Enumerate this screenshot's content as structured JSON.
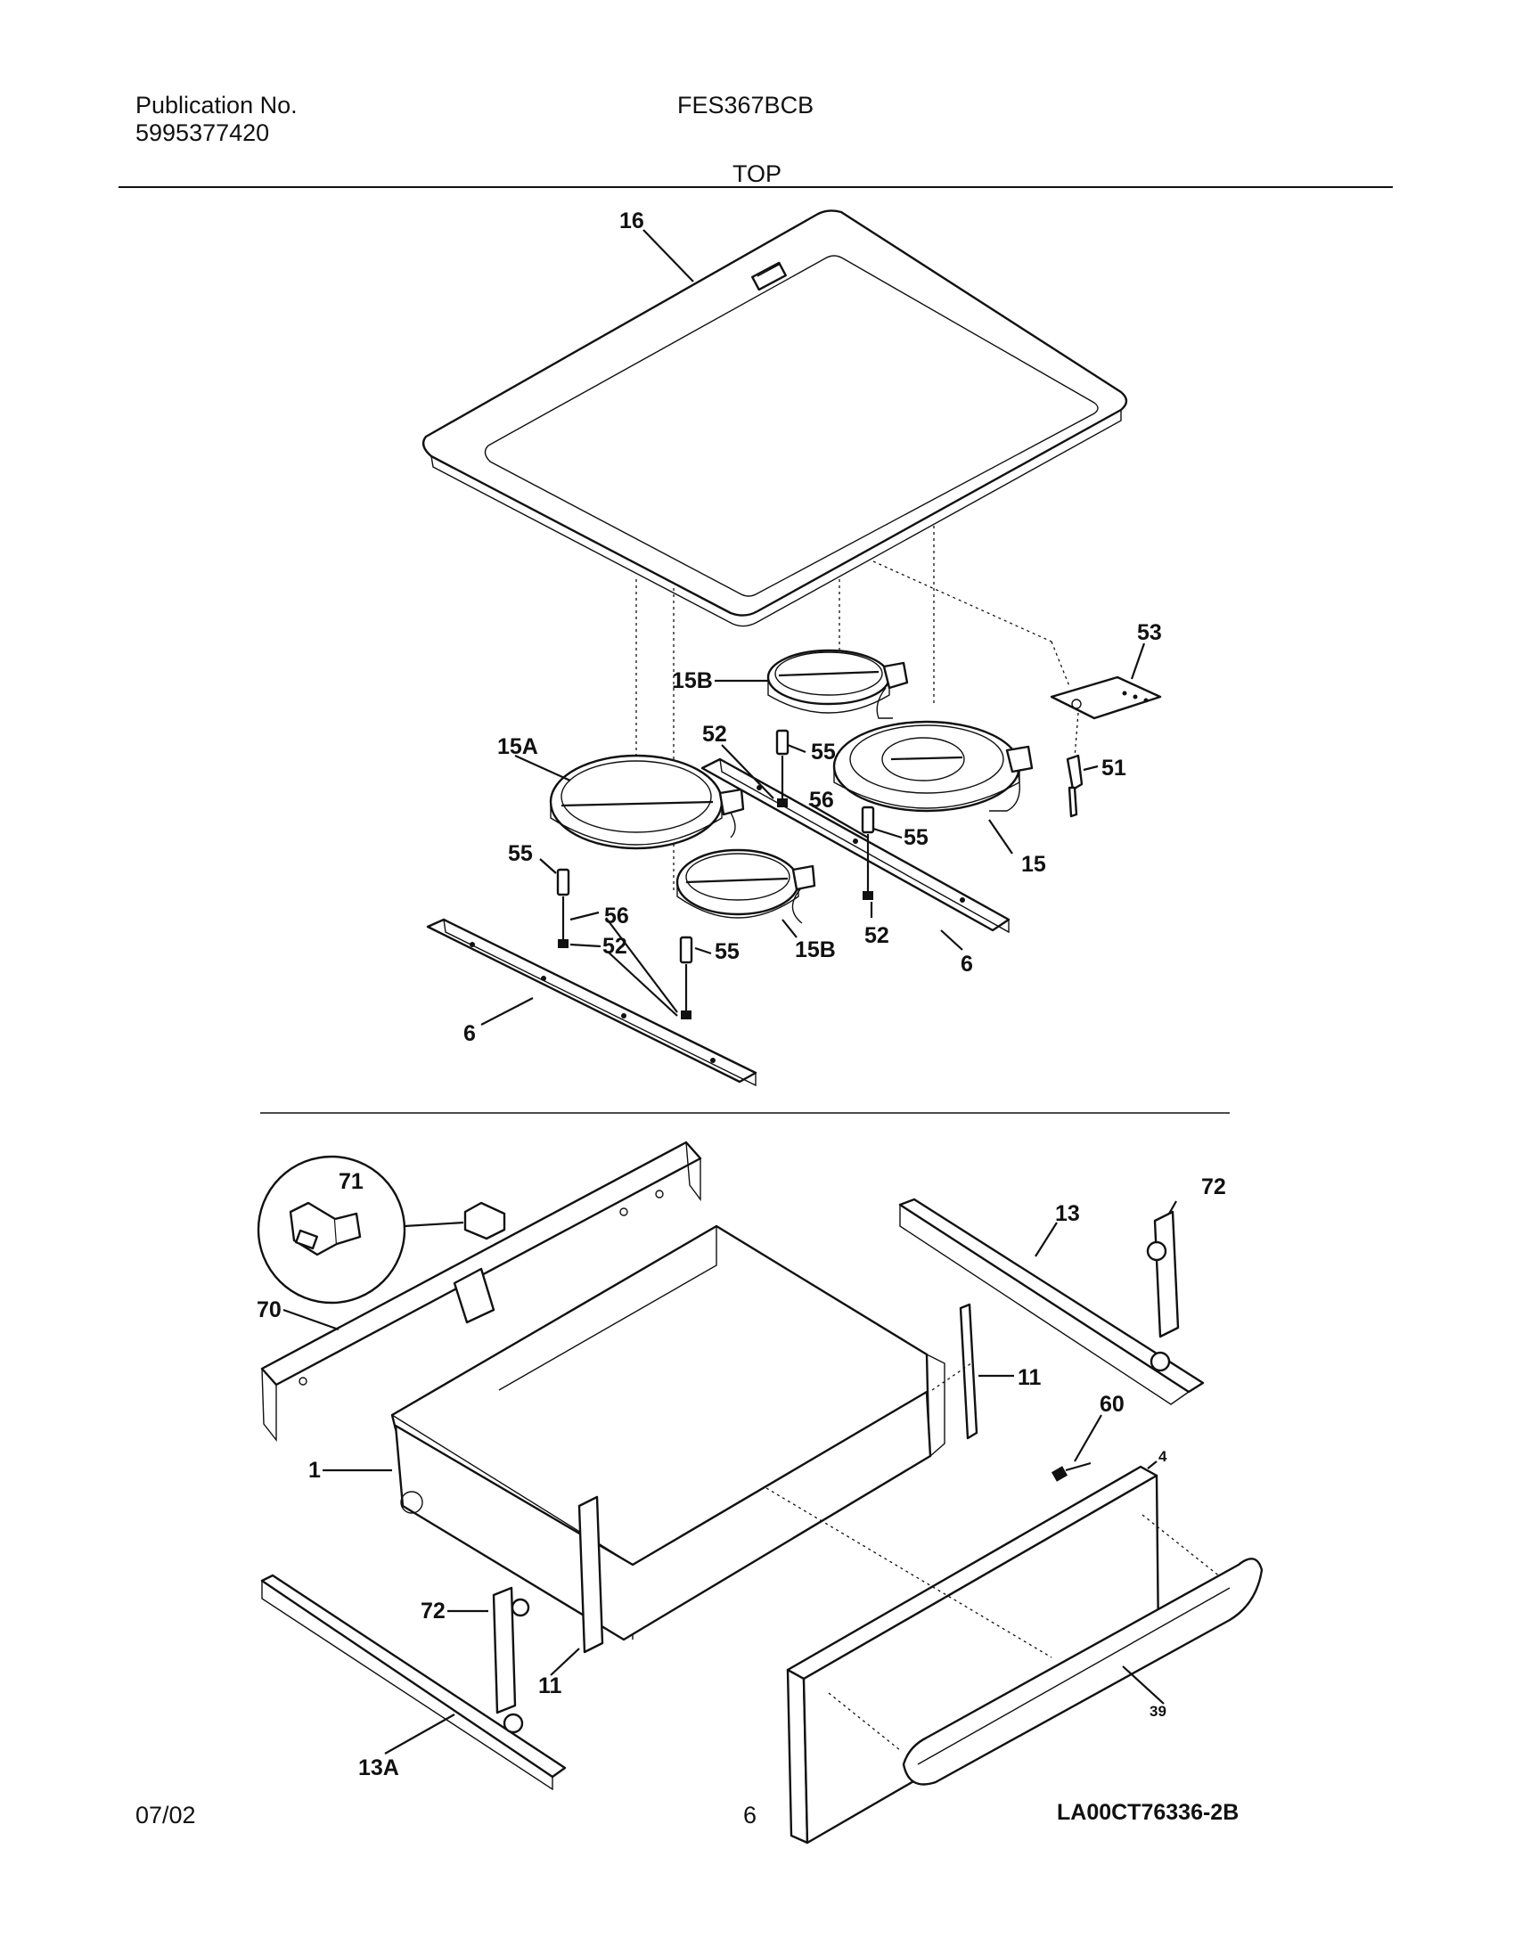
{
  "header": {
    "publication_label": "Publication No.",
    "publication_number": "5995377420",
    "model": "FES367BCB",
    "section_title": "TOP"
  },
  "callouts": {
    "c16": "16",
    "c53": "53",
    "c15B_top": "15B",
    "c52_top": "52",
    "c55_top": "55",
    "c15A": "15A",
    "c56_top": "56",
    "c51": "51",
    "c55_right": "55",
    "c15": "15",
    "c55_left": "55",
    "c56_left": "56",
    "c52_left": "52",
    "c55_mid": "55",
    "c15B_bottom": "15B",
    "c52_right": "52",
    "c6_right": "6",
    "c6_left": "6",
    "c71": "71",
    "c72_right": "72",
    "c13": "13",
    "c70": "70",
    "c11_right": "11",
    "c60": "60",
    "c4": "4",
    "c1": "1",
    "c72_left": "72",
    "c11_left": "11",
    "c39": "39",
    "c13A": "13A"
  },
  "drawing_number": "LA00CT76336-2B",
  "footer": {
    "date": "07/02",
    "page": "6"
  }
}
